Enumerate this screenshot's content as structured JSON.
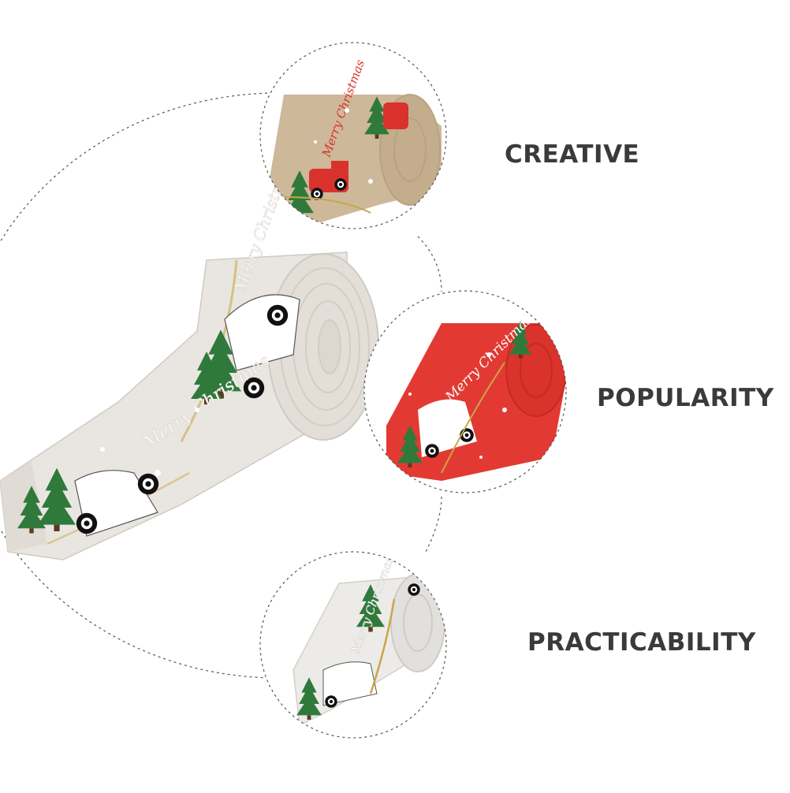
{
  "features": [
    {
      "label": "CREATIVE"
    },
    {
      "label": "POPULARITY"
    },
    {
      "label": "PRACTICABILITY"
    }
  ],
  "ribbon_print": "Merry Christmas",
  "colors": {
    "label_text": "#3a3a3a",
    "linen": "#e9e6e1",
    "burlap": "#cdb89a",
    "red": "#e23a32",
    "tree_green": "#2f7a3b",
    "gold": "#c9a64a",
    "dashed_outline": "#555555"
  },
  "icons": [
    "tree-icon",
    "truck-icon",
    "snowflake-icon"
  ]
}
